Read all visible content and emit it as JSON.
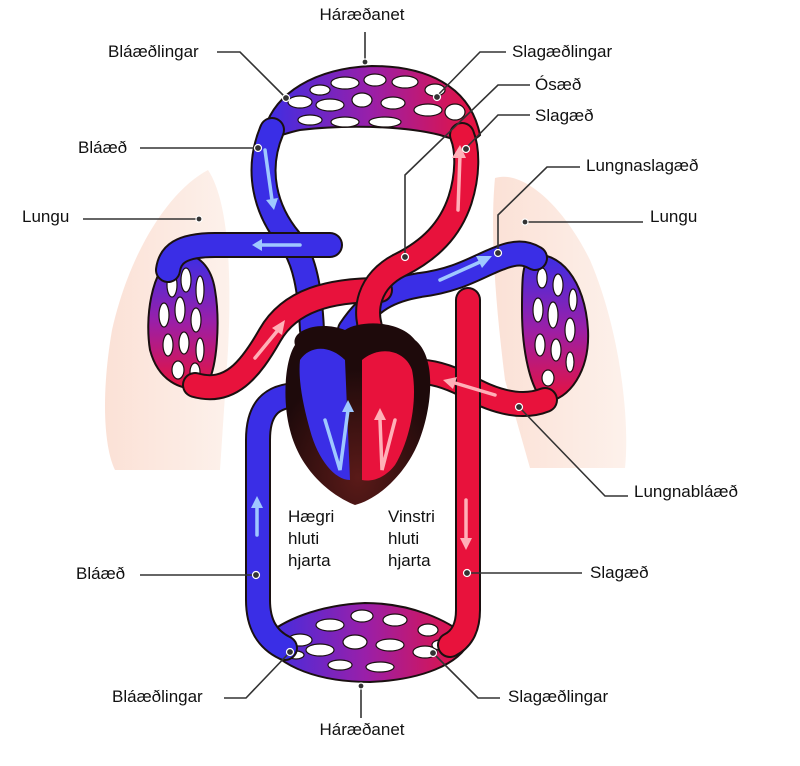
{
  "diagram": {
    "title": "Blóðrásarkerfi",
    "labels": {
      "capillaries_top": "Háræðanet",
      "capillaries_bottom": "Háræðanet",
      "venules_top": "Bláæðlingar",
      "venules_bottom": "Bláæðlingar",
      "arterioles_top": "Slagæðlingar",
      "arterioles_bottom": "Slagæðlingar",
      "aorta": "Ósæð",
      "artery_upper": "Slagæð",
      "artery_lower": "Slagæð",
      "vein_upper": "Bláæð",
      "vein_lower": "Bláæð",
      "lung_left": "Lungu",
      "lung_right": "Lungu",
      "pulmonary_artery": "Lungnaslagæð",
      "pulmonary_vein": "Lungnabláæð",
      "right_heart": [
        "Hægri",
        "hluti",
        "hjarta"
      ],
      "left_heart": [
        "Vinstri",
        "hluti",
        "hjarta"
      ]
    },
    "colors": {
      "oxygenated": "#e8123c",
      "deoxygenated": "#3a2ee6",
      "capillary_mix": "#9a1fa8",
      "lung": "#fbe6dc",
      "heart_muscle": "#2a0f10",
      "arrow_blue": "#9fc8ff",
      "arrow_red": "#ffb0b8"
    }
  }
}
